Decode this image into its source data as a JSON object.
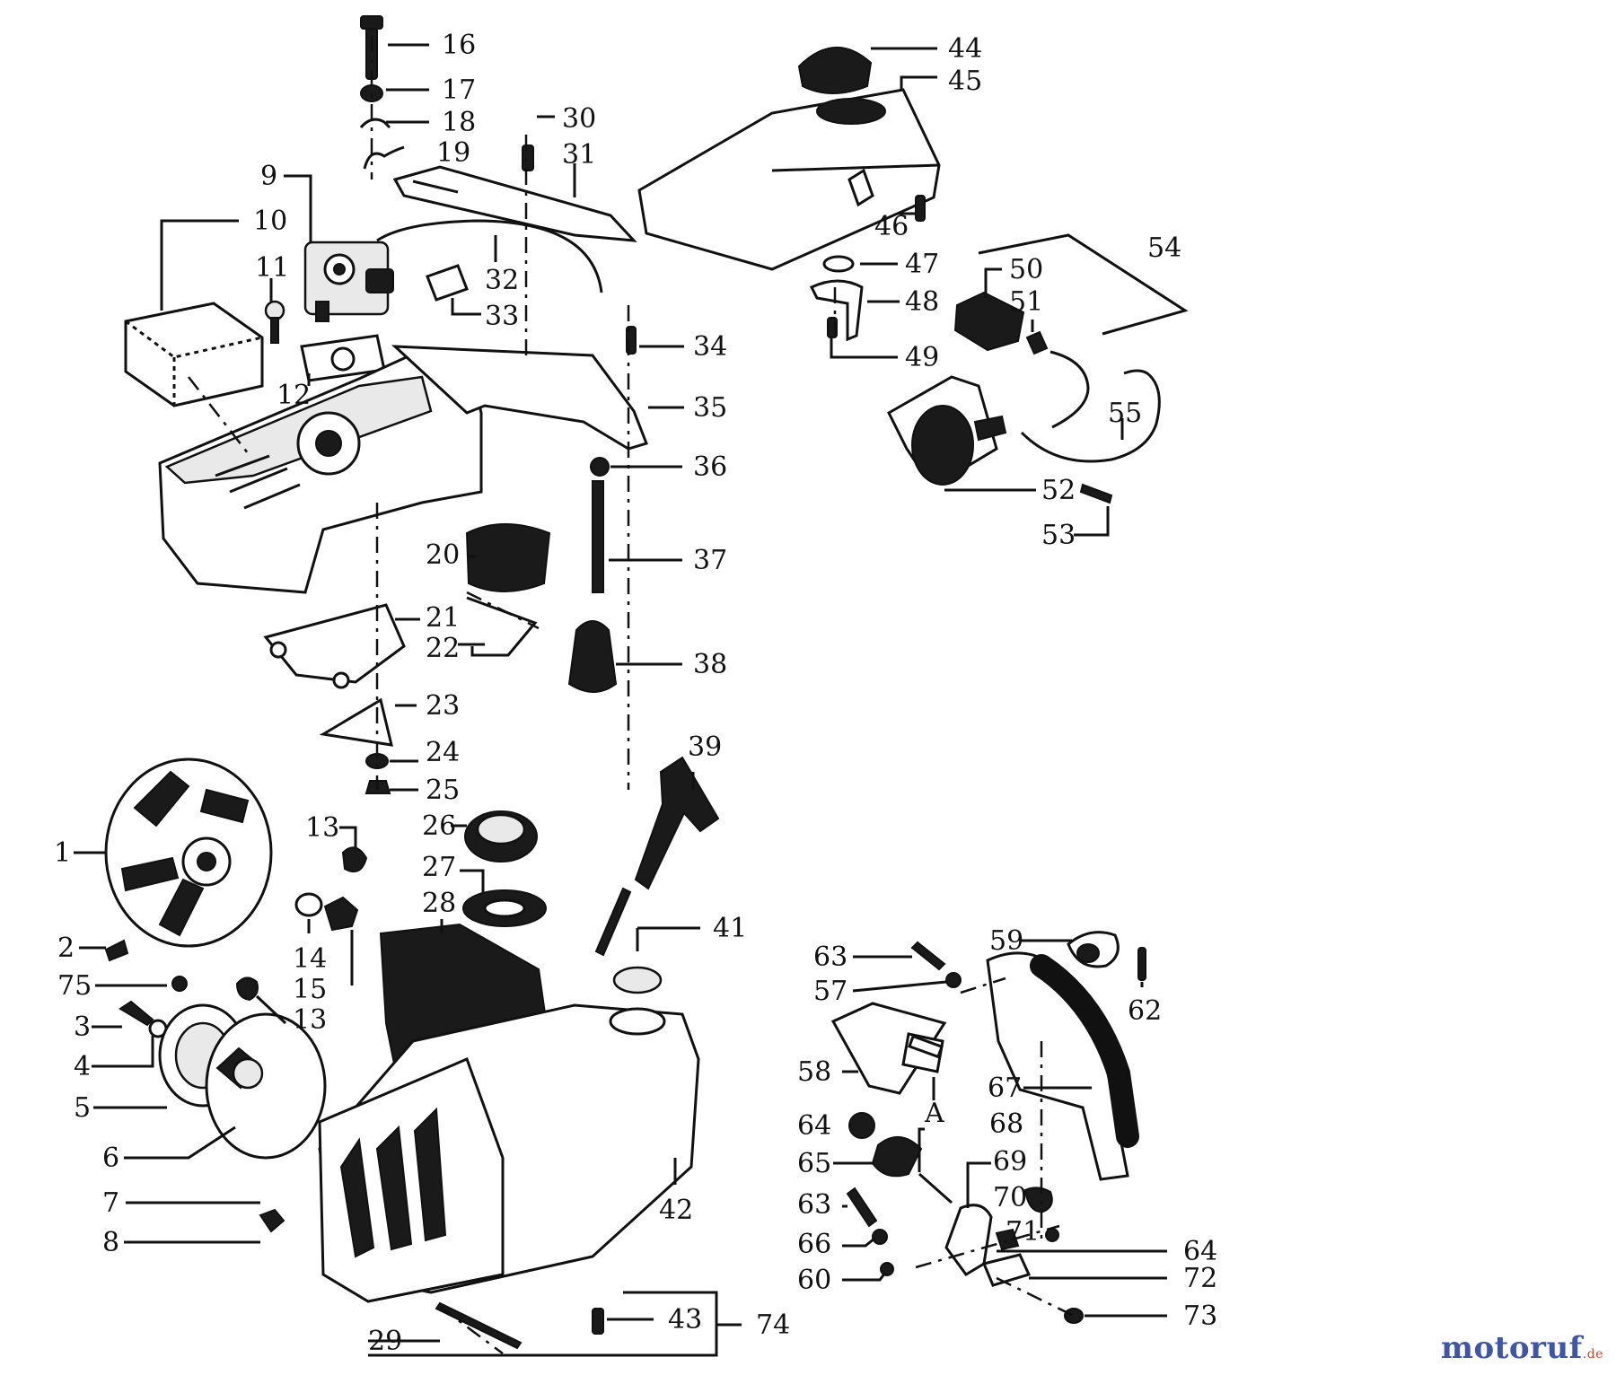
{
  "watermark": {
    "brand": "motoruf",
    "tld": ".de"
  },
  "callouts": [
    {
      "id": "1",
      "text": "1"
    },
    {
      "id": "2",
      "text": "2"
    },
    {
      "id": "3",
      "text": "3"
    },
    {
      "id": "4",
      "text": "4"
    },
    {
      "id": "5",
      "text": "5"
    },
    {
      "id": "6",
      "text": "6"
    },
    {
      "id": "7",
      "text": "7"
    },
    {
      "id": "8",
      "text": "8"
    },
    {
      "id": "9",
      "text": "9"
    },
    {
      "id": "10",
      "text": "10"
    },
    {
      "id": "11",
      "text": "11"
    },
    {
      "id": "12",
      "text": "12"
    },
    {
      "id": "13a",
      "text": "13"
    },
    {
      "id": "13b",
      "text": "13"
    },
    {
      "id": "14",
      "text": "14"
    },
    {
      "id": "15",
      "text": "15"
    },
    {
      "id": "16",
      "text": "16"
    },
    {
      "id": "17",
      "text": "17"
    },
    {
      "id": "18",
      "text": "18"
    },
    {
      "id": "19",
      "text": "19"
    },
    {
      "id": "20",
      "text": "20"
    },
    {
      "id": "21",
      "text": "21"
    },
    {
      "id": "22",
      "text": "22"
    },
    {
      "id": "23",
      "text": "23"
    },
    {
      "id": "24",
      "text": "24"
    },
    {
      "id": "25",
      "text": "25"
    },
    {
      "id": "26",
      "text": "26"
    },
    {
      "id": "27",
      "text": "27"
    },
    {
      "id": "28",
      "text": "28"
    },
    {
      "id": "29",
      "text": "29"
    },
    {
      "id": "30",
      "text": "30"
    },
    {
      "id": "31",
      "text": "31"
    },
    {
      "id": "32",
      "text": "32"
    },
    {
      "id": "33",
      "text": "33"
    },
    {
      "id": "34",
      "text": "34"
    },
    {
      "id": "35",
      "text": "35"
    },
    {
      "id": "36",
      "text": "36"
    },
    {
      "id": "37",
      "text": "37"
    },
    {
      "id": "38",
      "text": "38"
    },
    {
      "id": "39",
      "text": "39"
    },
    {
      "id": "41",
      "text": "41"
    },
    {
      "id": "42",
      "text": "42"
    },
    {
      "id": "43",
      "text": "43"
    },
    {
      "id": "44",
      "text": "44"
    },
    {
      "id": "45",
      "text": "45"
    },
    {
      "id": "46",
      "text": "46"
    },
    {
      "id": "47",
      "text": "47"
    },
    {
      "id": "48",
      "text": "48"
    },
    {
      "id": "49",
      "text": "49"
    },
    {
      "id": "50",
      "text": "50"
    },
    {
      "id": "51",
      "text": "51"
    },
    {
      "id": "52",
      "text": "52"
    },
    {
      "id": "53",
      "text": "53"
    },
    {
      "id": "54",
      "text": "54"
    },
    {
      "id": "55",
      "text": "55"
    },
    {
      "id": "57",
      "text": "57"
    },
    {
      "id": "58",
      "text": "58"
    },
    {
      "id": "59",
      "text": "59"
    },
    {
      "id": "60",
      "text": "60"
    },
    {
      "id": "62",
      "text": "62"
    },
    {
      "id": "63a",
      "text": "63"
    },
    {
      "id": "63b",
      "text": "63"
    },
    {
      "id": "64a",
      "text": "64"
    },
    {
      "id": "64b",
      "text": "64"
    },
    {
      "id": "65",
      "text": "65"
    },
    {
      "id": "66",
      "text": "66"
    },
    {
      "id": "67",
      "text": "67"
    },
    {
      "id": "68",
      "text": "68"
    },
    {
      "id": "69",
      "text": "69"
    },
    {
      "id": "70",
      "text": "70"
    },
    {
      "id": "71",
      "text": "71"
    },
    {
      "id": "72",
      "text": "72"
    },
    {
      "id": "73",
      "text": "73"
    },
    {
      "id": "74",
      "text": "74"
    },
    {
      "id": "75",
      "text": "75"
    },
    {
      "id": "A",
      "text": "A"
    }
  ]
}
